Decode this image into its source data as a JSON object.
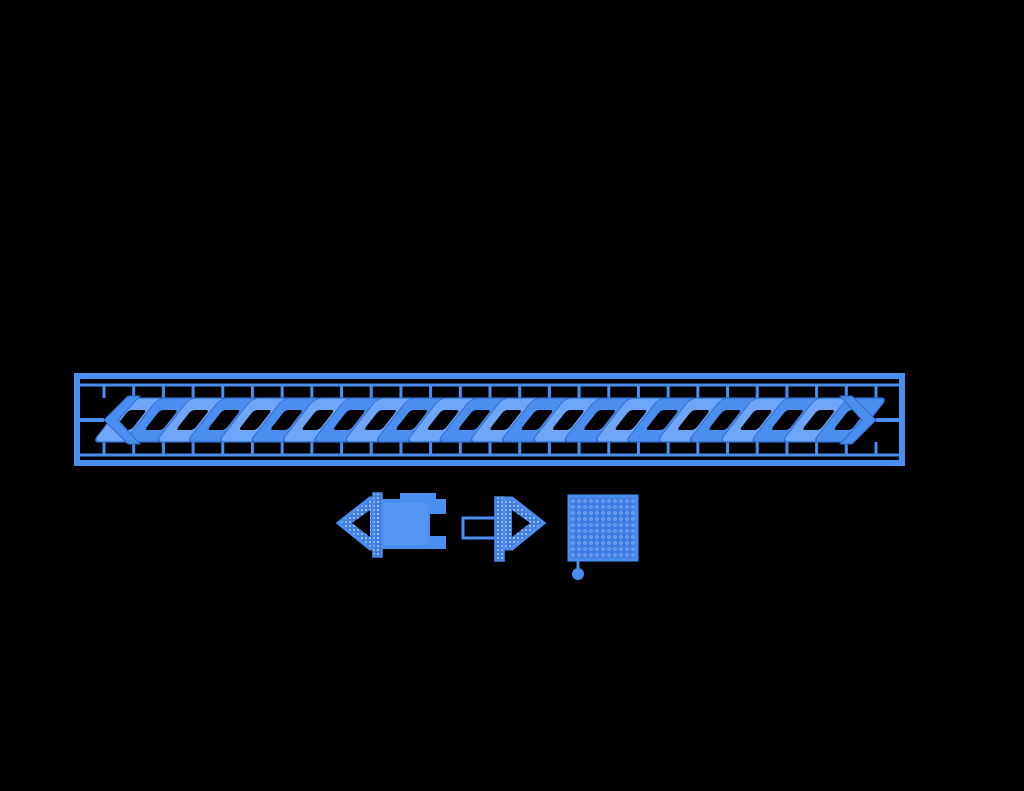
{
  "viewport": {
    "background": "#000000",
    "model_color": "#4a8ef0",
    "model_highlight": "#6fa6f7",
    "model_shadow": "#2f6ad0"
  },
  "parts": [
    {
      "id": "chain-strip",
      "name": "cuban-link-chain",
      "links": 24
    },
    {
      "id": "clasp-body",
      "name": "box-clasp-body"
    },
    {
      "id": "clasp-tongue",
      "name": "box-clasp-tongue"
    },
    {
      "id": "pave-tag",
      "name": "pave-square-tag"
    }
  ]
}
